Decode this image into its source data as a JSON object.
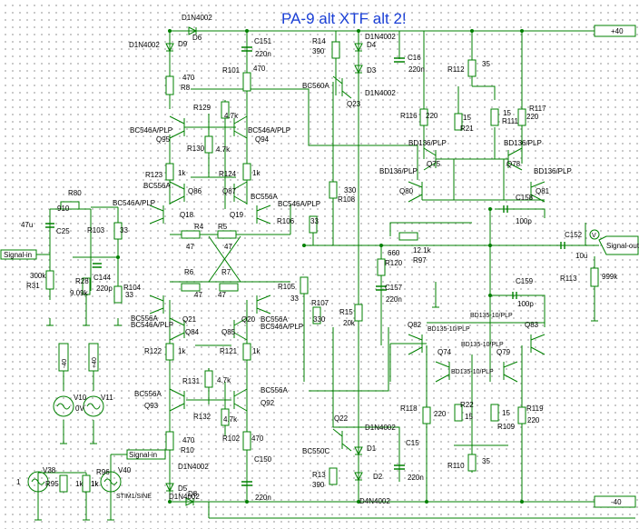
{
  "title": "PA-9 alt XTF alt 2!",
  "colors": {
    "title": "#1a3fd6",
    "wire": "#008000",
    "text": "#000000",
    "grid": "#b8b8b8"
  },
  "rails": {
    "pos": "+40",
    "neg": "-40"
  },
  "ports": {
    "signal_in": "Signal-in",
    "signal_out": "Signal-out",
    "probe": "V"
  },
  "sources": {
    "v10_value": "0V",
    "v11": "V11",
    "v10": "V10",
    "v38": "V38",
    "v40": "V40",
    "v38_value": "1"
  },
  "labels": [
    {
      "id": "d1n4002_top",
      "text": "D1N4002"
    },
    {
      "id": "d1n4002_tl",
      "text": "D1N4002"
    },
    {
      "id": "d9",
      "text": "D9"
    },
    {
      "id": "d6",
      "text": "D6"
    },
    {
      "id": "c151",
      "text": "C151"
    },
    {
      "id": "c151v",
      "text": "220n"
    },
    {
      "id": "r101",
      "text": "R101"
    },
    {
      "id": "r101v",
      "text": "470"
    },
    {
      "id": "r8v",
      "text": "470"
    },
    {
      "id": "r8",
      "text": "R8"
    },
    {
      "id": "r129",
      "text": "R129"
    },
    {
      "id": "r129v",
      "text": "4.7k"
    },
    {
      "id": "bc546a_l",
      "text": "BC546A/PLP"
    },
    {
      "id": "bc546a_r",
      "text": "BC546A/PLP"
    },
    {
      "id": "q95",
      "text": "Q95"
    },
    {
      "id": "q94",
      "text": "Q94"
    },
    {
      "id": "r130",
      "text": "R130"
    },
    {
      "id": "r130v",
      "text": "4.7k"
    },
    {
      "id": "r123",
      "text": "R123"
    },
    {
      "id": "r123v",
      "text": "1k"
    },
    {
      "id": "r124",
      "text": "R124"
    },
    {
      "id": "r124v",
      "text": "1k"
    },
    {
      "id": "bc556a_1",
      "text": "BC556A"
    },
    {
      "id": "q86",
      "text": "Q86"
    },
    {
      "id": "q87",
      "text": "Q87"
    },
    {
      "id": "bc556a_2",
      "text": "BC556A"
    },
    {
      "id": "q18",
      "text": "Q18"
    },
    {
      "id": "q19",
      "text": "Q19"
    },
    {
      "id": "bc546_q18",
      "text": "BC546A/PLP"
    },
    {
      "id": "bc546_q19",
      "text": "BC546A/PLP"
    },
    {
      "id": "r80",
      "text": "R80"
    },
    {
      "id": "r80v",
      "text": "910"
    },
    {
      "id": "c25v",
      "text": "47u"
    },
    {
      "id": "c25",
      "text": "C25"
    },
    {
      "id": "r103",
      "text": "R103"
    },
    {
      "id": "r103v",
      "text": "33"
    },
    {
      "id": "r4",
      "text": "R4"
    },
    {
      "id": "r4v",
      "text": "47"
    },
    {
      "id": "r5",
      "text": "R5"
    },
    {
      "id": "r5v",
      "text": "47"
    },
    {
      "id": "r106",
      "text": "R106"
    },
    {
      "id": "r106v",
      "text": "33"
    },
    {
      "id": "r108",
      "text": "R108"
    },
    {
      "id": "r108v",
      "text": "330"
    },
    {
      "id": "r14",
      "text": "R14"
    },
    {
      "id": "r14v",
      "text": "390"
    },
    {
      "id": "d1n4002_d4",
      "text": "D1N4002"
    },
    {
      "id": "d4",
      "text": "D4"
    },
    {
      "id": "d3",
      "text": "D3"
    },
    {
      "id": "c16",
      "text": "C16"
    },
    {
      "id": "c16v",
      "text": "220n"
    },
    {
      "id": "bc560a",
      "text": "BC560A"
    },
    {
      "id": "d1n4002_d3",
      "text": "D1N4002"
    },
    {
      "id": "q23",
      "text": "Q23"
    },
    {
      "id": "r112",
      "text": "R112"
    },
    {
      "id": "r112v",
      "text": "35"
    },
    {
      "id": "r116",
      "text": "R116"
    },
    {
      "id": "r116v",
      "text": "220"
    },
    {
      "id": "r21",
      "text": "R21"
    },
    {
      "id": "r21v",
      "text": "15"
    },
    {
      "id": "r111",
      "text": "R111"
    },
    {
      "id": "r111v",
      "text": "15"
    },
    {
      "id": "r117",
      "text": "R117"
    },
    {
      "id": "r117v",
      "text": "220"
    },
    {
      "id": "bd136_1",
      "text": "BD136/PLP"
    },
    {
      "id": "bd136_2",
      "text": "BD136/PLP"
    },
    {
      "id": "q75",
      "text": "Q75"
    },
    {
      "id": "q78",
      "text": "Q78"
    },
    {
      "id": "bd136_3",
      "text": "BD136/PLP"
    },
    {
      "id": "bd136_4",
      "text": "BD136/PLP"
    },
    {
      "id": "q80",
      "text": "Q80"
    },
    {
      "id": "q81",
      "text": "Q81"
    },
    {
      "id": "c158",
      "text": "C158"
    },
    {
      "id": "c158v",
      "text": "100p"
    },
    {
      "id": "r97",
      "text": "R97"
    },
    {
      "id": "r97v",
      "text": "12.1k"
    },
    {
      "id": "c152",
      "text": "C152"
    },
    {
      "id": "c152v",
      "text": "10u"
    },
    {
      "id": "r113",
      "text": "R113"
    },
    {
      "id": "r113v",
      "text": "999k"
    },
    {
      "id": "r120v",
      "text": "660"
    },
    {
      "id": "r120",
      "text": "R120"
    },
    {
      "id": "c157",
      "text": "C157"
    },
    {
      "id": "c157v",
      "text": "220n"
    },
    {
      "id": "r31v",
      "text": "300k"
    },
    {
      "id": "r31",
      "text": "R31"
    },
    {
      "id": "r28",
      "text": "R28"
    },
    {
      "id": "r28v",
      "text": "9.09k"
    },
    {
      "id": "c144",
      "text": "C144"
    },
    {
      "id": "c144v",
      "text": "220p"
    },
    {
      "id": "r104",
      "text": "R104"
    },
    {
      "id": "r104v",
      "text": "33"
    },
    {
      "id": "r6",
      "text": "R6"
    },
    {
      "id": "r6v",
      "text": "47"
    },
    {
      "id": "r7",
      "text": "R7"
    },
    {
      "id": "r7v",
      "text": "47"
    },
    {
      "id": "r105",
      "text": "R105"
    },
    {
      "id": "r105v",
      "text": "33"
    },
    {
      "id": "r107",
      "text": "R107"
    },
    {
      "id": "r107v",
      "text": "330"
    },
    {
      "id": "r15",
      "text": "R15"
    },
    {
      "id": "r15v",
      "text": "20k"
    },
    {
      "id": "bc556a_3",
      "text": "BC556A"
    },
    {
      "id": "bc546_q21",
      "text": "BC546A/PLP"
    },
    {
      "id": "q21",
      "text": "Q21"
    },
    {
      "id": "q84",
      "text": "Q84"
    },
    {
      "id": "q20",
      "text": "Q20"
    },
    {
      "id": "q85",
      "text": "Q85"
    },
    {
      "id": "bc556a_4",
      "text": "BC556A"
    },
    {
      "id": "bc546_q20",
      "text": "BC546A/PLP"
    },
    {
      "id": "r122",
      "text": "R122"
    },
    {
      "id": "r122v",
      "text": "1k"
    },
    {
      "id": "r121",
      "text": "R121"
    },
    {
      "id": "r121v",
      "text": "1k"
    },
    {
      "id": "r131",
      "text": "R131"
    },
    {
      "id": "r131v",
      "text": "4.7k"
    },
    {
      "id": "bc556a_5",
      "text": "BC556A"
    },
    {
      "id": "bc556a_6",
      "text": "BC556A"
    },
    {
      "id": "q93",
      "text": "Q93"
    },
    {
      "id": "q92",
      "text": "Q92"
    },
    {
      "id": "r132",
      "text": "R132"
    },
    {
      "id": "r132v",
      "text": "4.7k"
    },
    {
      "id": "r10v",
      "text": "470"
    },
    {
      "id": "r10",
      "text": "R10"
    },
    {
      "id": "r102",
      "text": "R102"
    },
    {
      "id": "r102v",
      "text": "470"
    },
    {
      "id": "d1n4002_b",
      "text": "D1N4002"
    },
    {
      "id": "d5",
      "text": "D5"
    },
    {
      "id": "d8",
      "text": "D8"
    },
    {
      "id": "d1n4002_bl",
      "text": "D1N4002"
    },
    {
      "id": "c150",
      "text": "C150"
    },
    {
      "id": "c150v",
      "text": "220n"
    },
    {
      "id": "q22",
      "text": "Q22"
    },
    {
      "id": "d1n4002_d1",
      "text": "D1N4002"
    },
    {
      "id": "d1",
      "text": "D1"
    },
    {
      "id": "bc550c",
      "text": "BC550C"
    },
    {
      "id": "c15",
      "text": "C15"
    },
    {
      "id": "c15v",
      "text": "220n"
    },
    {
      "id": "r13",
      "text": "R13"
    },
    {
      "id": "r13v",
      "text": "390"
    },
    {
      "id": "d2",
      "text": "D2"
    },
    {
      "id": "d4n4002",
      "text": "D4N4002"
    },
    {
      "id": "q82",
      "text": "Q82"
    },
    {
      "id": "bd135_1",
      "text": "BD135-10/PLP"
    },
    {
      "id": "q74",
      "text": "Q74"
    },
    {
      "id": "bd135_2",
      "text": "BD135-10/PLP"
    },
    {
      "id": "q79",
      "text": "Q79"
    },
    {
      "id": "bd135_3",
      "text": "BD135-10/PLP"
    },
    {
      "id": "bd135_4",
      "text": "BD135-10/PLP"
    },
    {
      "id": "q83",
      "text": "Q83"
    },
    {
      "id": "c159",
      "text": "C159"
    },
    {
      "id": "c159v",
      "text": "100p"
    },
    {
      "id": "r118",
      "text": "R118"
    },
    {
      "id": "r118v",
      "text": "220"
    },
    {
      "id": "r22",
      "text": "R22"
    },
    {
      "id": "r22v",
      "text": "15"
    },
    {
      "id": "r109v",
      "text": "15"
    },
    {
      "id": "r109",
      "text": "R109"
    },
    {
      "id": "r119",
      "text": "R119"
    },
    {
      "id": "r119v",
      "text": "220"
    },
    {
      "id": "r110",
      "text": "R110"
    },
    {
      "id": "r110v",
      "text": "35"
    },
    {
      "id": "r95",
      "text": "R95"
    },
    {
      "id": "r95v",
      "text": "1k"
    },
    {
      "id": "r96",
      "text": "R96"
    },
    {
      "id": "r96v",
      "text": "1k"
    },
    {
      "id": "r96b",
      "text": "1k"
    },
    {
      "id": "stim",
      "text": "STIM1/SINE"
    }
  ],
  "rail_tags": {
    "neg_vert": "-40",
    "pos_vert": "+40"
  }
}
